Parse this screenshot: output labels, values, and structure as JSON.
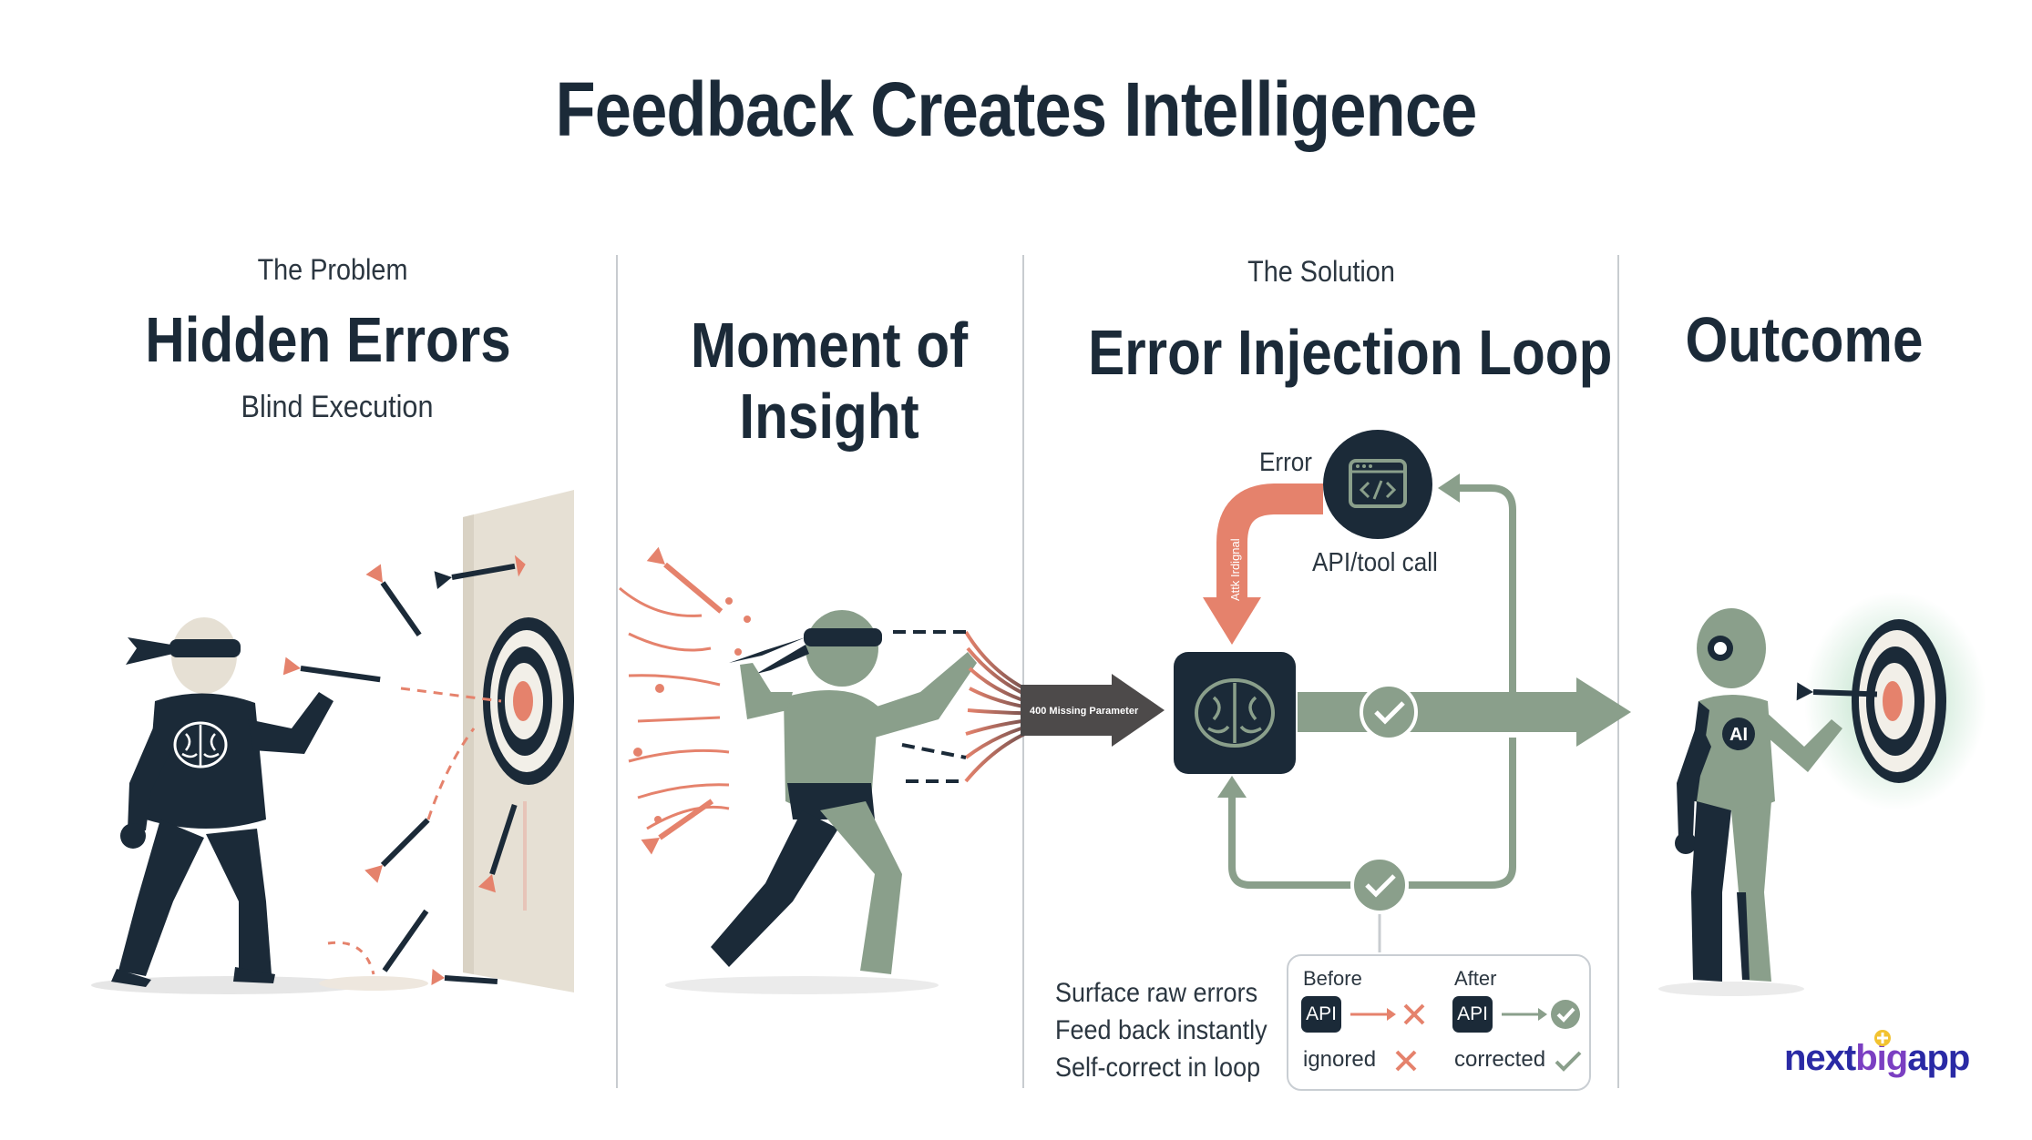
{
  "title": "Feedback Creates Intelligence",
  "panels": {
    "problem": {
      "eyebrow": "The Problem",
      "heading": "Hidden Errors",
      "subheading": "Blind Execution"
    },
    "insight": {
      "heading_line1": "Moment of",
      "heading_line2": "Insight",
      "arrow_label": "400 Missing Parameter"
    },
    "solution": {
      "eyebrow": "The Solution",
      "heading": "Error Injection Loop",
      "error_label": "Error",
      "signal_label": "Attk Irdignal",
      "api_label": "API/tool call",
      "steps": [
        "Surface raw errors",
        "Feed back instantly",
        "Self-correct in loop"
      ],
      "comparison": {
        "before": {
          "title": "Before",
          "chip": "API",
          "status": "ignored"
        },
        "after": {
          "title": "After",
          "chip": "API",
          "status": "corrected"
        }
      }
    },
    "outcome": {
      "heading": "Outcome",
      "robot_badge": "AI"
    }
  },
  "logo": {
    "part1": "next",
    "part2": "big",
    "part3": "app"
  },
  "colors": {
    "navy": "#1b2a38",
    "sage": "#8a9f8b",
    "coral": "#e5826c",
    "wall": "#e6e0d4",
    "logo": "#2a2aa5"
  }
}
